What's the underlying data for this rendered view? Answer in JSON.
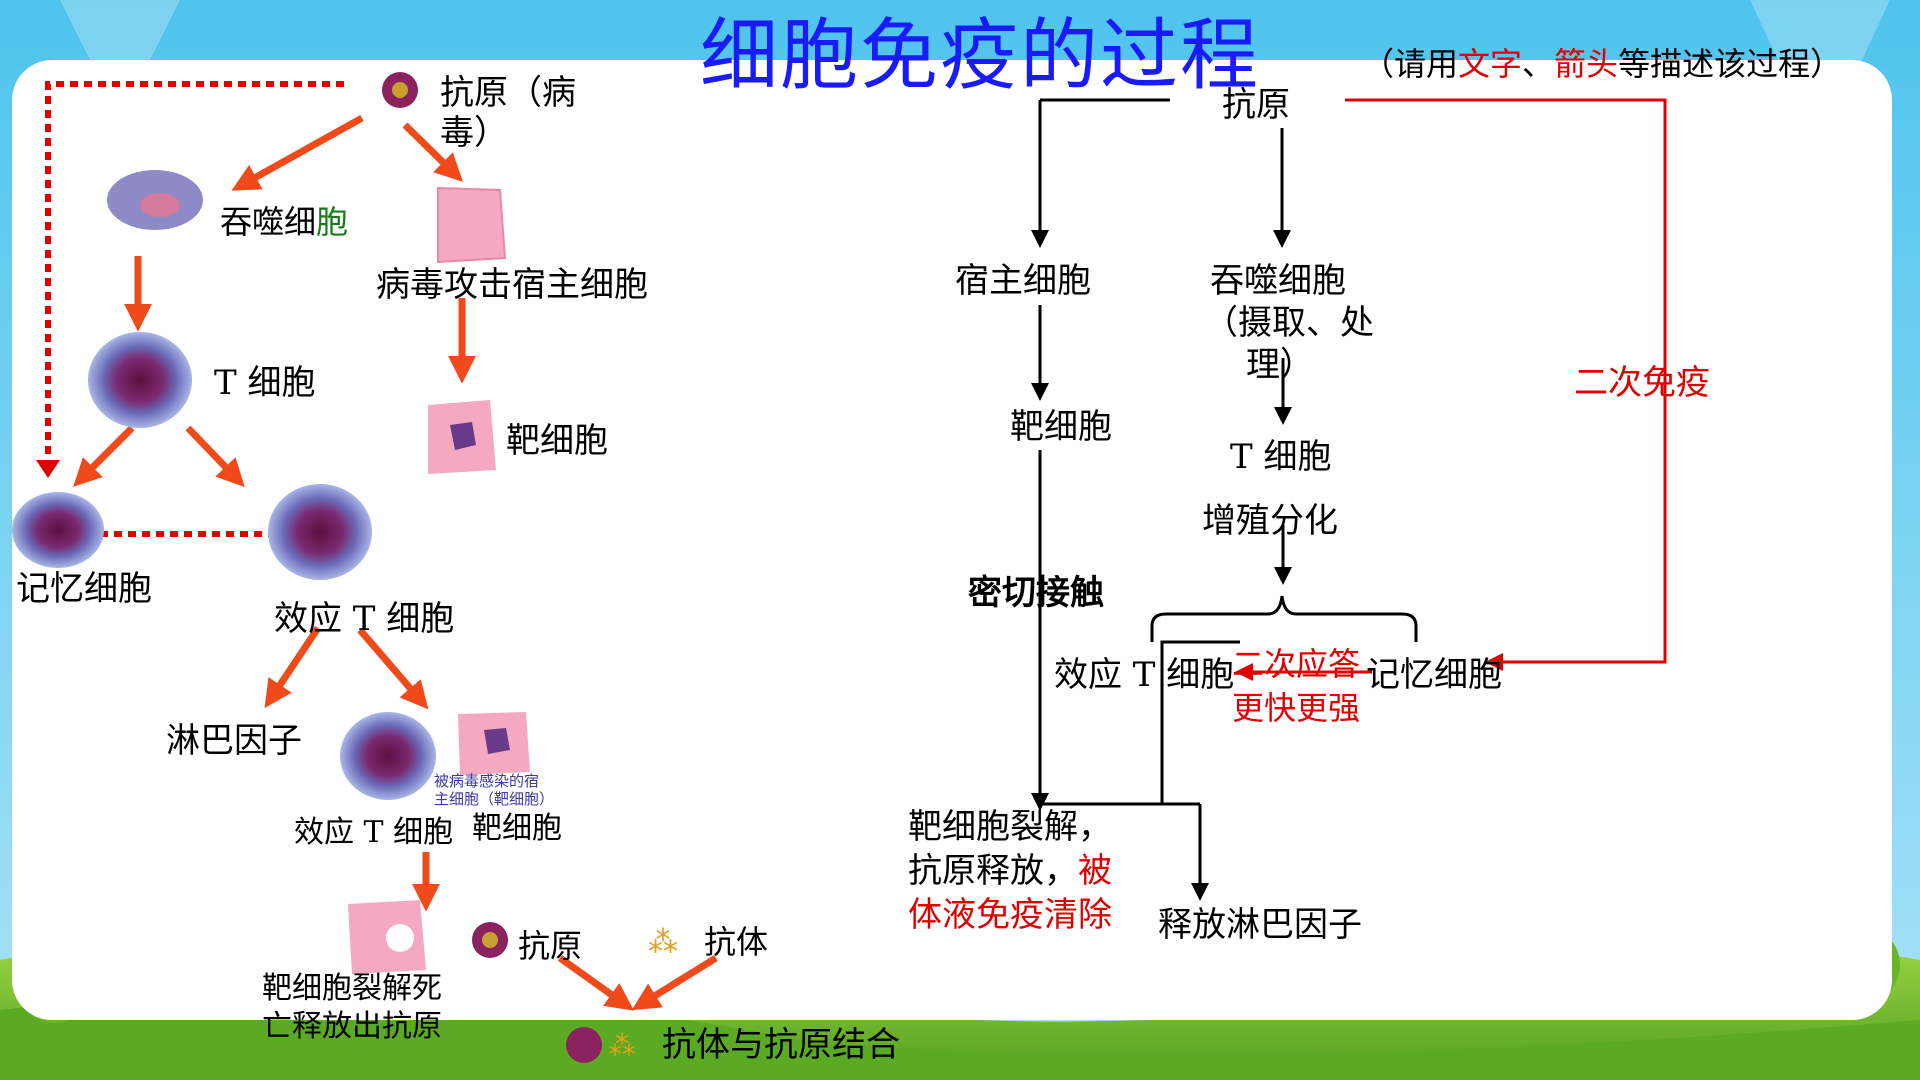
{
  "slide": {
    "title": "细胞免疫的过程",
    "instruction": {
      "prefix": "（请用",
      "red1": "文字",
      "mid": "、",
      "red2": "箭头",
      "suffix": "等描述该过程）"
    }
  },
  "left_diagram": {
    "antigen_virus_line1": "抗原（病",
    "antigen_virus_line2": "毒）",
    "phagocyte_main": "吞噬细",
    "phagocyte_tail": "胞",
    "virus_attack": "病毒攻击宿主细胞",
    "t_cell": "T 细胞",
    "target_cell": "靶细胞",
    "memory_cell": "记忆细胞",
    "effector_t_cell": "效应 T 细胞",
    "lymphokine": "淋巴因子",
    "infected_caption_line1": "被病毒感染的宿",
    "infected_caption_line2": "主细胞（靶细胞）",
    "effector_t_cell_2": "效应 T 细胞",
    "target_cell_2": "靶细胞",
    "lysis_line1": "靶细胞裂解死",
    "lysis_line2": "亡释放出抗原",
    "antigen": "抗原",
    "antibody": "抗体",
    "binding": "抗体与抗原结合"
  },
  "right_flow": {
    "antigen": "抗原",
    "host_cell": "宿主细胞",
    "phagocyte": "吞噬细胞",
    "phagocyte_note_line1": "（摄取、处",
    "phagocyte_note_line2": "理）",
    "target_cell": "靶细胞",
    "t_cell": "T 细胞",
    "proliferate": "增殖分化",
    "close_contact": "密切接触",
    "effector": "效应 T 细胞",
    "memory": "记忆细胞",
    "secondary_immunity": "二次免疫",
    "secondary_response_line1": "二次应答",
    "secondary_response_line2": "更快更强",
    "lysis_line1": "靶细胞裂解，",
    "lysis_line2_black": "抗原释放，",
    "lysis_line2_red": "被",
    "lysis_line3": "体液免疫清除",
    "lymphokine_release": "释放淋巴因子"
  },
  "colors": {
    "title_blue": "#1a1aff",
    "arrow_orange": "#f04a1a",
    "flow_red": "#e00000",
    "sky_top": "#55c8f0",
    "grass_green": "#7cc62e"
  }
}
